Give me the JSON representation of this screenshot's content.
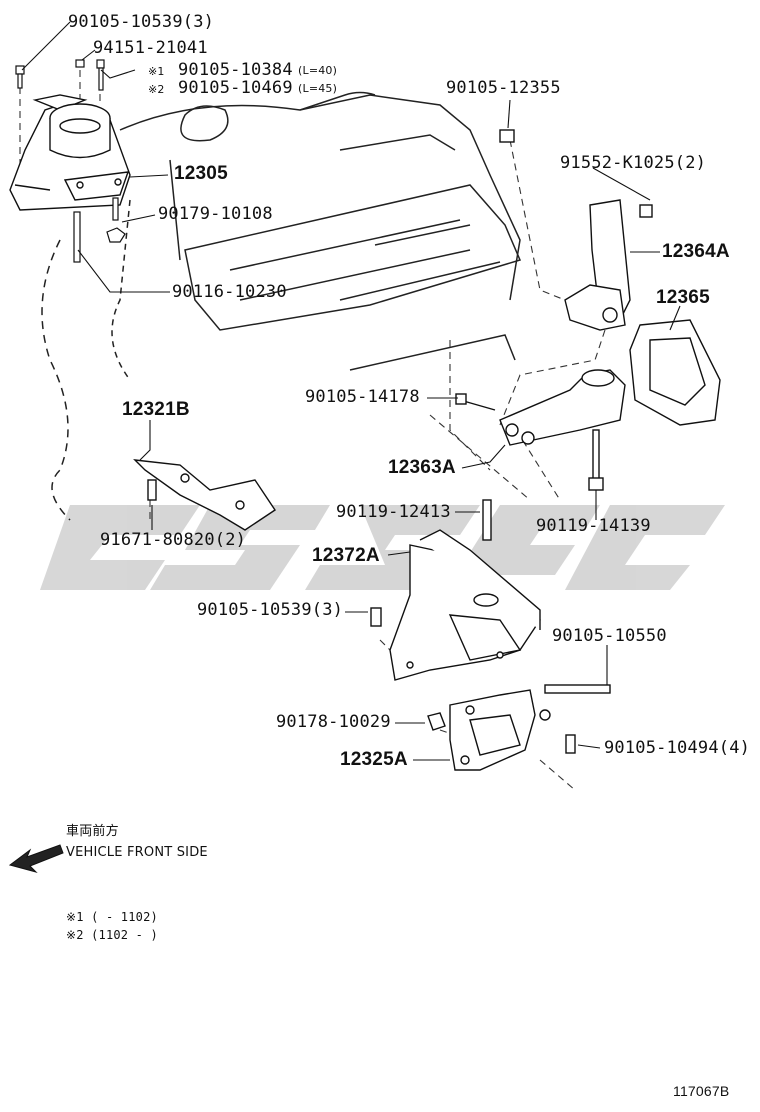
{
  "diagram": {
    "part_labels": {
      "p1": "90105-10539(3)",
      "p2": "94151-21041",
      "p3": "90105-10384",
      "p3_len": "(L=40)",
      "p4": "90105-10469",
      "p4_len": "(L=45)",
      "p5": "12305",
      "p6": "90179-10108",
      "p7": "90116-10230",
      "p8": "90105-12355",
      "p9": "91552-K1025(2)",
      "p10": "12364A",
      "p11": "12365",
      "p12": "90105-14178",
      "p13": "12363A",
      "p14": "12321B",
      "p15": "90119-12413",
      "p16": "90119-14139",
      "p17": "91671-80820(2)",
      "p18": "12372A",
      "p19": "90105-10539(3)",
      "p20": "90105-10550",
      "p21": "90178-10029",
      "p22": "12325A",
      "p23": "90105-10494(4)"
    },
    "mark1": "※1",
    "mark2": "※2",
    "direction_jp": "車両前方",
    "direction_en": "VEHICLE FRONT SIDE",
    "footnote1": "※1 (       - 1102)",
    "footnote2": "※2 (1102 -       )",
    "figure_code": "117067B"
  }
}
